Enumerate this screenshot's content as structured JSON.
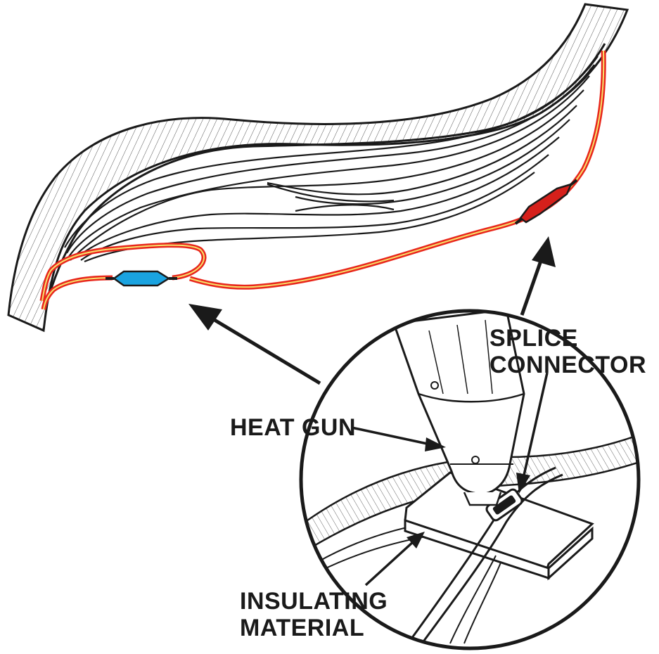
{
  "labels": {
    "splice_line1": "SPLICE",
    "splice_line2": "CONNECTOR",
    "heat_gun": "HEAT GUN",
    "insulating_line1": "INSULATING",
    "insulating_line2": "MATERIAL"
  },
  "colors": {
    "outline": "#1a1a1a",
    "repair_wire": "#e8261c",
    "wire_core": "#f7e26b",
    "splice_left": "#1aa3e0",
    "splice_right": "#d5201b",
    "background": "#ffffff"
  }
}
